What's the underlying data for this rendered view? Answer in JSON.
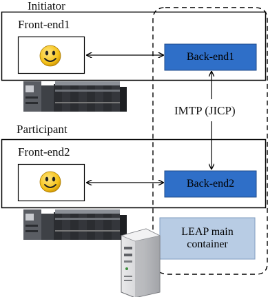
{
  "labels": {
    "initiator": "Initiator",
    "participant": "Participant",
    "front_end_1": "Front-end1",
    "front_end_2": "Front-end2",
    "back_end_1": "Back-end1",
    "back_end_2": "Back-end2",
    "protocol": "IMTP (JICP)",
    "main_container": "LEAP main container"
  },
  "icons": {
    "user_1": "smiley-icon",
    "user_2": "smiley-icon",
    "device_1": "plc-device-icon",
    "device_2": "plc-device-icon",
    "server": "server-icon"
  },
  "colors": {
    "back_end_fill": "#2f6fc8",
    "container_fill": "#b8cce4",
    "smiley_fill": "#f5c21a"
  }
}
